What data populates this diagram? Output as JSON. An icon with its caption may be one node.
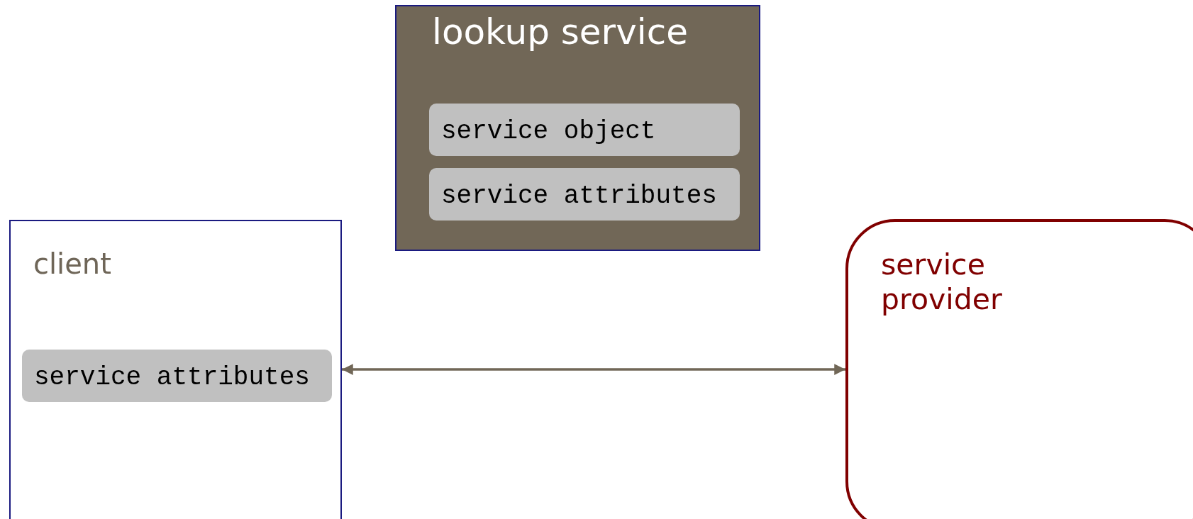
{
  "diagram": {
    "nodes": [
      {
        "text": [
          "lookup service"
        ]
      },
      {
        "text": [
          "service object"
        ],
        "in": 0
      },
      {
        "text": [
          "service attributes"
        ],
        "in": 0
      },
      {
        "text": [
          "client"
        ]
      },
      {
        "text": [
          "service attributes"
        ],
        "in": 3
      },
      {
        "text": [
          "service provider"
        ]
      }
    ],
    "edges": [
      {
        "from": 3,
        "to": 5,
        "arrow": "both"
      }
    ]
  }
}
